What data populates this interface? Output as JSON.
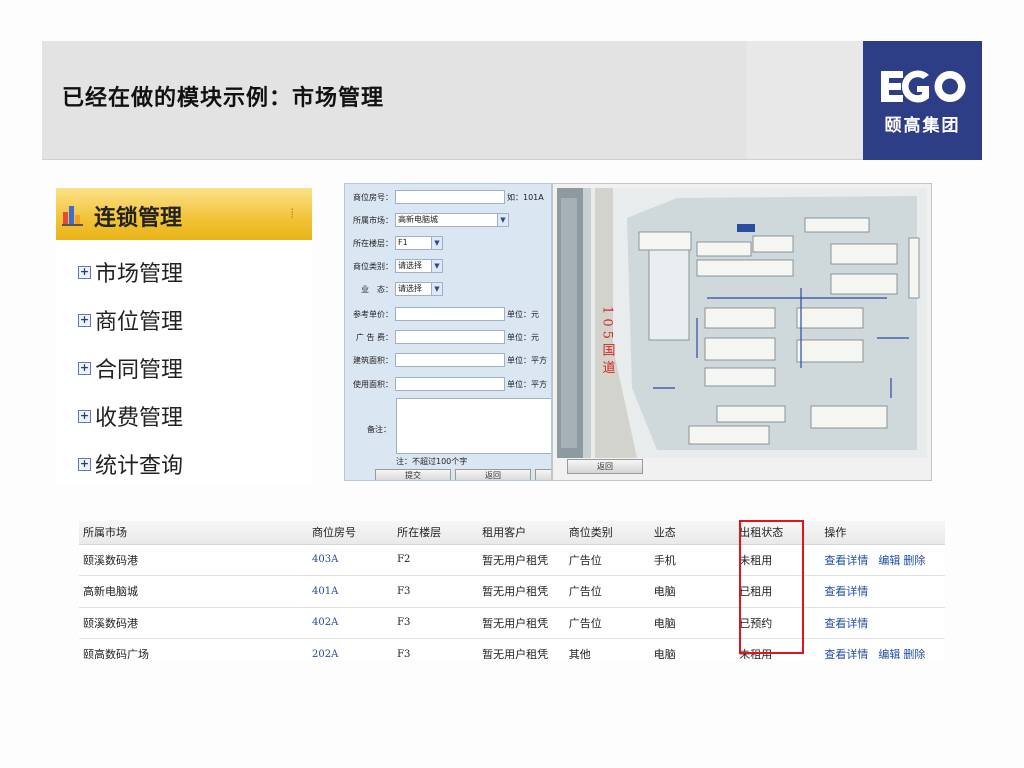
{
  "slide": {
    "title": "已经在做的模块示例：市场管理",
    "logo": {
      "brand": "EGO",
      "name_cn": "颐高集团",
      "bg_color": "#2e3e86"
    }
  },
  "nav": {
    "header": "连锁管理",
    "items": [
      {
        "label": "市场管理",
        "icon": "expand-plus-icon"
      },
      {
        "label": "商位管理",
        "icon": "expand-plus-icon"
      },
      {
        "label": "合同管理",
        "icon": "expand-plus-icon"
      },
      {
        "label": "收费管理",
        "icon": "expand-plus-icon"
      },
      {
        "label": "统计查询",
        "icon": "expand-plus-icon"
      }
    ]
  },
  "form": {
    "shop_no": {
      "label": "商位房号：",
      "value": "",
      "hint": "如：101A"
    },
    "market": {
      "label": "所属市场：",
      "value": "高新电脑城"
    },
    "floor": {
      "label": "所在楼层：",
      "value": "F1"
    },
    "category": {
      "label": "商位类别：",
      "value": "请选择"
    },
    "business": {
      "label": "业　态：",
      "value": "请选择"
    },
    "ref_price": {
      "label": "参考单价：",
      "value": "",
      "unit": "单位：元"
    },
    "ad_fee": {
      "label": "广 告 费：",
      "value": "",
      "unit": "单位：元"
    },
    "build_area": {
      "label": "建筑面积：",
      "value": "",
      "unit": "单位：平方"
    },
    "use_area": {
      "label": "使用面积：",
      "value": "",
      "unit": "单位：平方"
    },
    "note": {
      "label": "备注：",
      "hint": "注：不超过100个字"
    },
    "submit_label": "提交",
    "back_label": "返回"
  },
  "map": {
    "road_label": "1 0 5 国 道",
    "back_label": "返回"
  },
  "table": {
    "columns": [
      "所属市场",
      "商位房号",
      "所在楼层",
      "租用客户",
      "商位类别",
      "业态",
      "出租状态",
      "操作"
    ],
    "rows": [
      {
        "market": "颐溪数码港",
        "code": "403A",
        "floor": "F2",
        "tenant": "暂无用户租凭",
        "category": "广告位",
        "business": "手机",
        "status": "未租用",
        "actions": [
          "查看详情",
          "编辑",
          "删除"
        ]
      },
      {
        "market": "高新电脑城",
        "code": "401A",
        "floor": "F3",
        "tenant": "暂无用户租凭",
        "category": "广告位",
        "business": "电脑",
        "status": "已租用",
        "actions": [
          "查看详情"
        ]
      },
      {
        "market": "颐溪数码港",
        "code": "402A",
        "floor": "F3",
        "tenant": "暂无用户租凭",
        "category": "广告位",
        "business": "电脑",
        "status": "已预约",
        "actions": [
          "查看详情"
        ]
      },
      {
        "market": "颐高数码广场",
        "code": "202A",
        "floor": "F3",
        "tenant": "暂无用户租凭",
        "category": "其他",
        "business": "电脑",
        "status": "未租用",
        "actions": [
          "查看详情",
          "编辑",
          "删除"
        ]
      }
    ],
    "highlight_color": "#e0141b"
  }
}
